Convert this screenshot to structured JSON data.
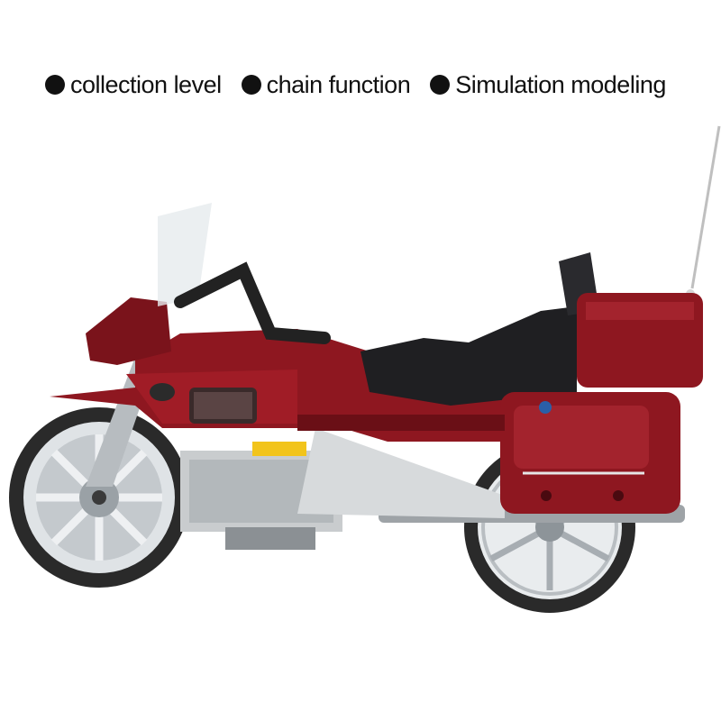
{
  "features": [
    {
      "label": "collection level"
    },
    {
      "label": "chain function"
    },
    {
      "label": "Simulation modeling"
    }
  ],
  "colors": {
    "body_red": "#8e1720",
    "body_red_dark": "#5e0b12",
    "tire": "#2a2a2a",
    "rim": "#cfd3d6",
    "engine_gray": "#c9ccce",
    "seat_black": "#1f1f22"
  }
}
